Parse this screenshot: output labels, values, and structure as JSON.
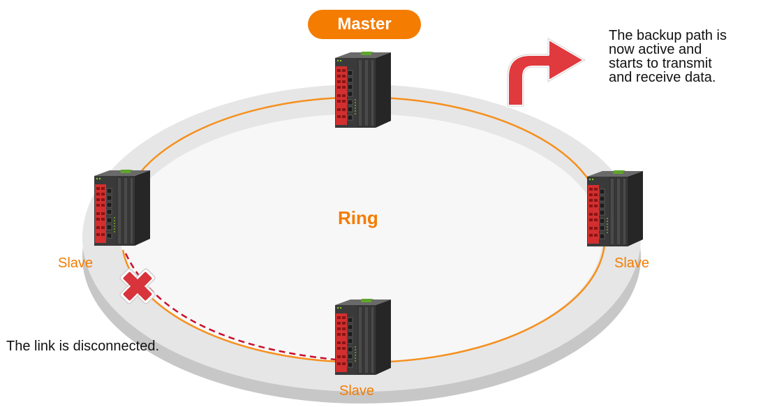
{
  "master_label": "Master",
  "ring_label": "Ring",
  "slave_labels": [
    "Slave",
    "Slave",
    "Slave"
  ],
  "backup_note_lines": [
    "The backup path is",
    "now active and",
    "starts to transmit",
    "and receive data."
  ],
  "link_note": "The link is disconnected.",
  "colors": {
    "accent_orange": "#f47c00",
    "ring_line": "#f5901e",
    "broken_link": "#c8102e",
    "arrow_red": "#e0393e",
    "cross_red": "#d8343c",
    "platform_top": "#eeeeee",
    "platform_side": "#c7c7c7",
    "switch_body": "#3b3b3b",
    "switch_panel": "#d32f2f"
  },
  "icons": [
    "switch-icon",
    "backup-arrow-icon",
    "disconnect-cross-icon"
  ]
}
